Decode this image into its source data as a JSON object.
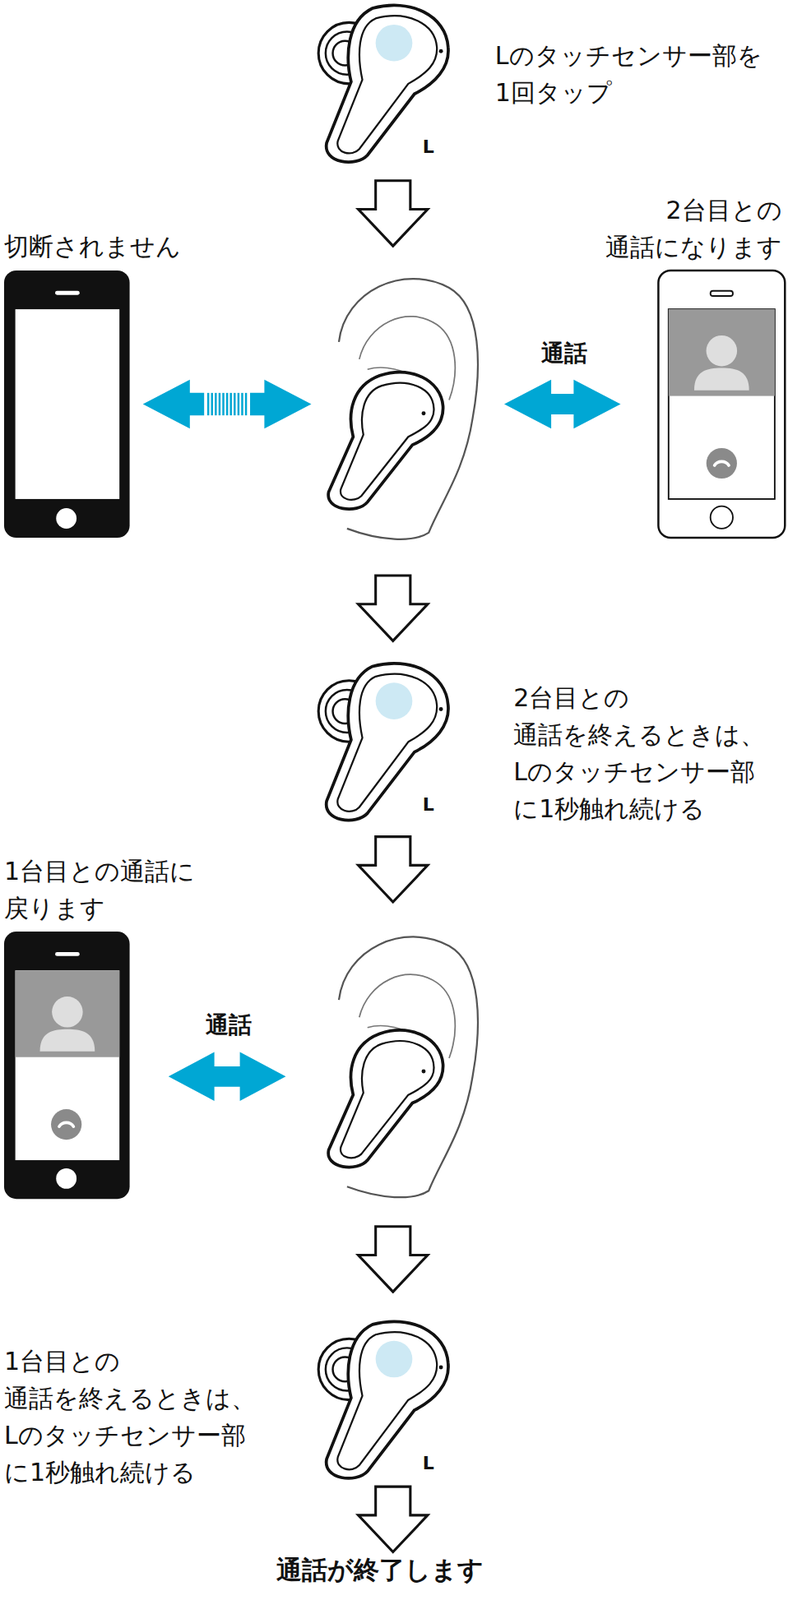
{
  "diagram": {
    "labels": [
      "Lのタッチセンサー部を 1回タップ",
      "L",
      "切断されません",
      "2台目との 通話になります",
      "通話",
      "2台目との 通話を終えるときは、 Lのタッチセンサー部 に1秒触れ続ける",
      "L",
      "1台目との通話に 戻ります",
      "通話",
      "1台目との 通話を終えるときは、 Lのタッチセンサー部 に1秒触れ続ける",
      "L",
      "通話が終了します"
    ]
  }
}
